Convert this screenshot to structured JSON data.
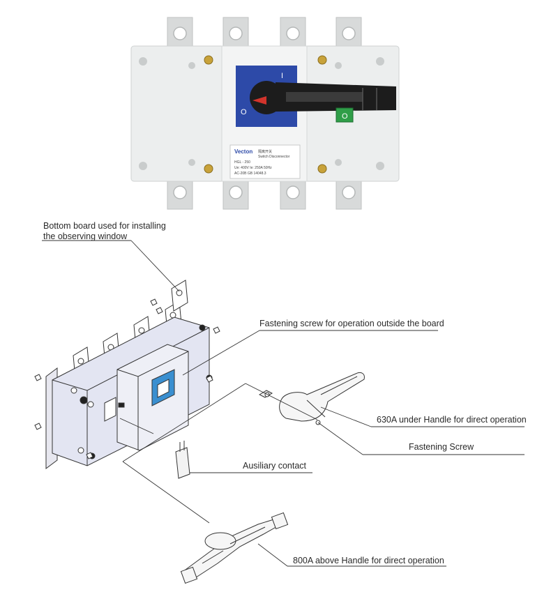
{
  "product_photo": {
    "brand": "Vecton",
    "label_lines": [
      "隔离开关",
      "Switch Disconnector",
      "HGL - 250",
      "Ue: 400V  Ie: 250A  50Hz",
      "AC-20B  GB 14048.3"
    ],
    "handle_marks": {
      "on": "I",
      "off": "O"
    },
    "window_mark": "O",
    "colors": {
      "body": "#eceeee",
      "terminal": "#d8dada",
      "dial": "#2d4aa8",
      "handle": "#1c1c1c",
      "indicator": "#2f9e48"
    }
  },
  "callouts": {
    "bottom_board": [
      "Bottom board used for installing",
      "the observing window"
    ],
    "fastening_outside": "Fastening screw for operation outside the board",
    "handle_630a": "630A under Handle for direct operation",
    "fastening_screw": "Fastening Screw",
    "auxiliary": "Ausiliary contact",
    "handle_800a": "800A above Handle for direct operation"
  },
  "colors": {
    "line": "#333333",
    "body_fill": "#e3e5f2",
    "accent_blue": "#3a8fd0"
  }
}
